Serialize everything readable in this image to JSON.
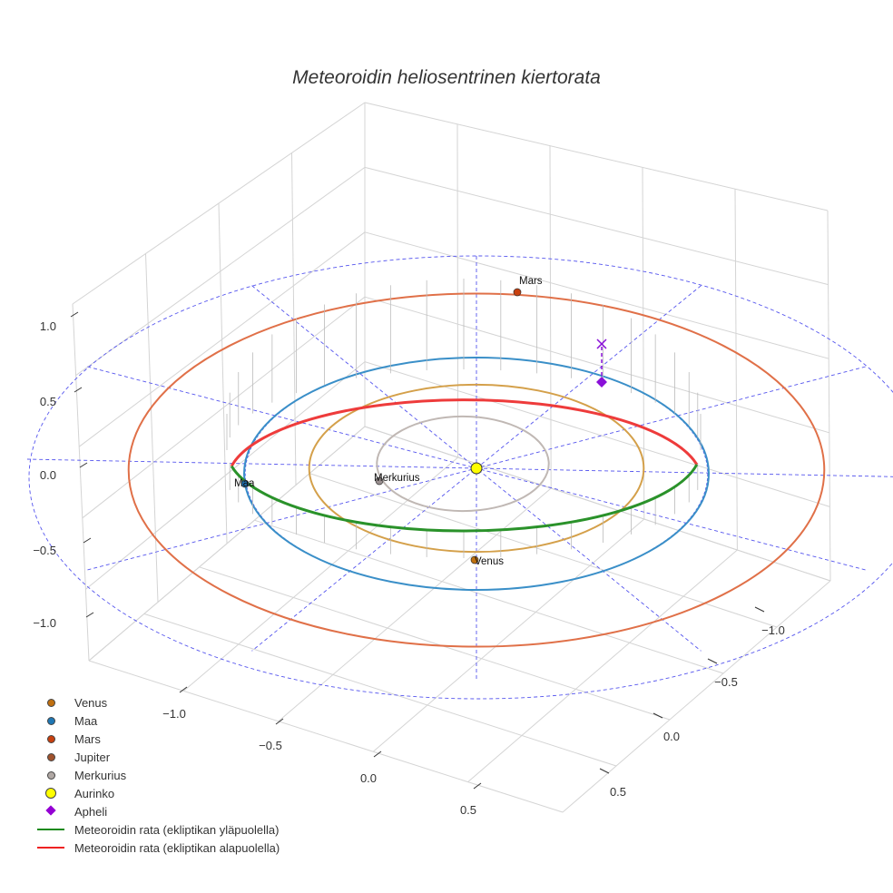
{
  "chart_data": {
    "type": "scatter3d",
    "title": "Meteoroidin heliosentrinen kiertorata",
    "axes": {
      "x": {
        "ticks": [
          "−1.0",
          "−0.5",
          "0.0",
          "0.5"
        ]
      },
      "y": {
        "ticks": [
          "−1.0",
          "−0.5",
          "0.0",
          "0.5"
        ]
      },
      "z": {
        "ticks": [
          "1.0",
          "0.5",
          "0.0",
          "−0.5",
          "−1.0"
        ]
      }
    },
    "orbits": [
      {
        "name": "Merkurius",
        "radius_au": 0.37,
        "color": "#c0b8b4"
      },
      {
        "name": "Venus",
        "radius_au": 0.72,
        "color": "#d4a04a"
      },
      {
        "name": "Maa",
        "radius_au": 1.0,
        "color": "#3a8fc8"
      },
      {
        "name": "Mars",
        "radius_au": 1.52,
        "color": "#e07048"
      }
    ],
    "planets": [
      {
        "name": "Mars",
        "label": "Mars",
        "angle_deg": 80,
        "radius_au": 1.52,
        "color": "#c8400e"
      },
      {
        "name": "Maa",
        "label": "Maa",
        "angle_deg": 190,
        "radius_au": 1.0,
        "color": "#1f6fb0"
      },
      {
        "name": "Merkurius",
        "label": "Merkurius",
        "angle_deg": 195,
        "radius_au": 0.37,
        "color": "#9a9090"
      },
      {
        "name": "Venus",
        "label": "Venus",
        "angle_deg": 270,
        "radius_au": 0.79,
        "color": "#c07010"
      }
    ],
    "meteoroid": {
      "above_color": "#2a922a",
      "below_color": "#ee3b3b"
    },
    "apheli_color": "#8a10d8",
    "reference_color": "#5555ee",
    "legend": [
      {
        "label": "Venus",
        "type": "dot",
        "color": "#c07010"
      },
      {
        "label": "Maa",
        "type": "dot",
        "color": "#1f77b4"
      },
      {
        "label": "Mars",
        "type": "dot",
        "color": "#c8400e"
      },
      {
        "label": "Jupiter",
        "type": "dot",
        "color": "#a0522d"
      },
      {
        "label": "Merkurius",
        "type": "dot",
        "color": "#b0a8a4"
      },
      {
        "label": "Aurinko",
        "type": "sun",
        "color": "#ffff00"
      },
      {
        "label": "Apheli",
        "type": "diamond",
        "color": "#9400d3"
      },
      {
        "label": "Meteoroidin rata (ekliptikan yläpuolella)",
        "type": "line",
        "color": "#1a8a1a"
      },
      {
        "label": "Meteoroidin rata (ekliptikan alapuolella)",
        "type": "line",
        "color": "#ee2222"
      }
    ]
  }
}
